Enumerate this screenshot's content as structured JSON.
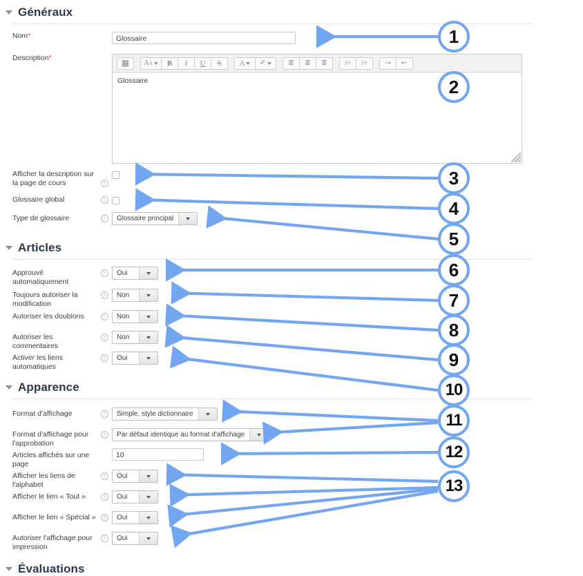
{
  "sections": [
    {
      "id": "generaux",
      "title": "Généraux",
      "collapse_icon": "triangle-down-icon"
    },
    {
      "id": "articles",
      "title": "Articles",
      "collapse_icon": "triangle-down-icon"
    },
    {
      "id": "apparence",
      "title": "Apparence",
      "collapse_icon": "triangle-down-icon"
    },
    {
      "id": "evaluations",
      "title": "Évaluations",
      "collapse_icon": "triangle-down-icon"
    }
  ],
  "fields": {
    "nom": {
      "label": "Nom",
      "required": "*",
      "value": "Glossaire"
    },
    "description": {
      "label": "Description",
      "required": "*",
      "value": "Glossaire",
      "toolbar": [
        {
          "name": "table-icon",
          "glyph": "▦"
        },
        {
          "name": "font-size-icon",
          "glyph": "A"
        },
        {
          "name": "bold-icon",
          "glyph": "B"
        },
        {
          "name": "italic-icon",
          "glyph": "I"
        },
        {
          "name": "underline-icon",
          "glyph": "U"
        },
        {
          "name": "strikethrough-icon",
          "glyph": "S"
        },
        {
          "name": "text-color-icon",
          "glyph": "A"
        },
        {
          "name": "highlight-color-icon",
          "glyph": "✎"
        },
        {
          "name": "align-left-icon",
          "glyph": "≡"
        },
        {
          "name": "align-center-icon",
          "glyph": "≡"
        },
        {
          "name": "align-right-icon",
          "glyph": "≡"
        },
        {
          "name": "bullet-list-icon",
          "glyph": "☰"
        },
        {
          "name": "numbered-list-icon",
          "glyph": "☰"
        },
        {
          "name": "outdent-icon",
          "glyph": "⇥"
        },
        {
          "name": "indent-icon",
          "glyph": "⇤"
        }
      ]
    },
    "afficher_description": {
      "label": "Afficher la description sur la page de cours",
      "help": "?",
      "checked": false
    },
    "glossaire_global": {
      "label": "Glossaire global",
      "help": "?",
      "checked": false
    },
    "type_glossaire": {
      "label": "Type de glossaire",
      "help": "?",
      "value": "Glossaire principal"
    },
    "approuve_auto": {
      "label": "Approuvé automatiquement",
      "help": "?",
      "value": "Oui"
    },
    "toujours_modif": {
      "label": "Toujours autoriser la modification",
      "help": "?",
      "value": "Non"
    },
    "doublons": {
      "label": "Autoriser les doublons",
      "help": "?",
      "value": "Non"
    },
    "commentaires": {
      "label": "Autoriser les commentaires",
      "help": "?",
      "value": "Non"
    },
    "liens_auto": {
      "label": "Activer les liens automatiques",
      "help": "?",
      "value": "Oui"
    },
    "format_affichage": {
      "label": "Format d'affichage",
      "help": "?",
      "value": "Simple, style dictionnaire"
    },
    "format_approbation": {
      "label": "Format d'affichage pour l'approbation",
      "help": "?",
      "value": "Par défaut identique au format d'affichage"
    },
    "articles_par_page": {
      "label": "Articles affichés sur une page",
      "value": "10"
    },
    "liens_alphabet": {
      "label": "Afficher les liens de l'alphabet",
      "help": "?",
      "value": "Oui"
    },
    "lien_tout": {
      "label": "Afficher le lien « Tout »",
      "help": "?",
      "value": "Oui"
    },
    "lien_special": {
      "label": "Afficher le lien « Spécial »",
      "help": "?",
      "value": "Oui"
    },
    "affichage_impression": {
      "label": "Autoriser l'affichage pour impression",
      "help": "?",
      "value": "Oui"
    }
  },
  "callouts": [
    {
      "number": "1"
    },
    {
      "number": "2"
    },
    {
      "number": "3"
    },
    {
      "number": "4"
    },
    {
      "number": "5"
    },
    {
      "number": "6"
    },
    {
      "number": "7"
    },
    {
      "number": "8"
    },
    {
      "number": "9"
    },
    {
      "number": "10"
    },
    {
      "number": "11"
    },
    {
      "number": "12"
    },
    {
      "number": "13"
    }
  ],
  "colors": {
    "annotation": "#72a6f0",
    "heading": "#2b3a4a",
    "required": "#e8554a",
    "label": "#3c4043"
  }
}
